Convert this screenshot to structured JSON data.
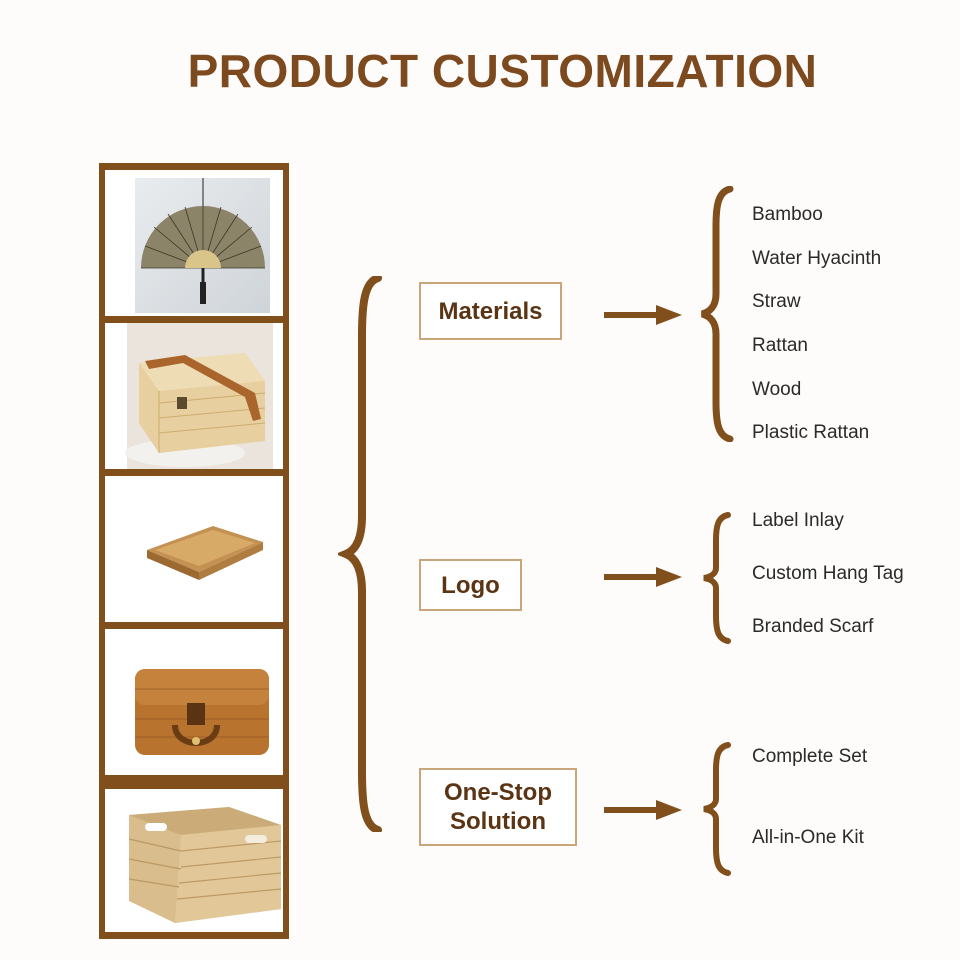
{
  "title": "PRODUCT CUSTOMIZATION",
  "colors": {
    "brown": "#804f1c",
    "title": "#7d4a1f",
    "box_border": "#c8a679",
    "box_text": "#5a3413"
  },
  "product_images": [
    {
      "name": "fan-wall-decor-image"
    },
    {
      "name": "rattan-box-with-ribbon-image"
    },
    {
      "name": "woven-tray-image"
    },
    {
      "name": "rattan-suitcase-image"
    },
    {
      "name": "water-hyacinth-basket-image"
    }
  ],
  "categories": [
    {
      "label": "Materials",
      "options": [
        "Bamboo",
        "Water Hyacinth",
        "Straw",
        "Rattan",
        "Wood",
        "Plastic Rattan"
      ]
    },
    {
      "label": "Logo",
      "options": [
        "Label Inlay",
        "Custom Hang Tag",
        "Branded Scarf"
      ]
    },
    {
      "label": "One-Stop\nSolution",
      "options": [
        "Complete Set",
        "All-in-One Kit"
      ]
    }
  ]
}
